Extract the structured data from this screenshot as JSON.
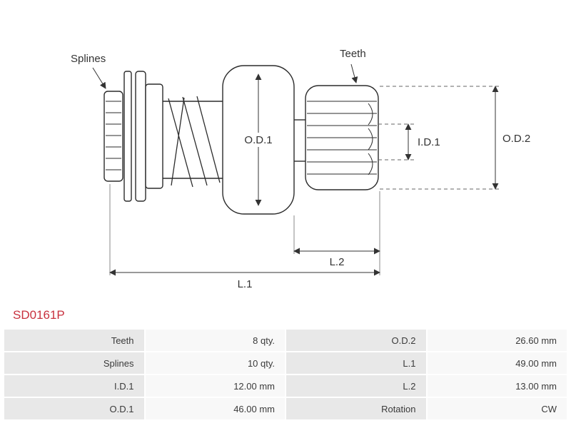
{
  "page": {
    "background_color": "#ffffff"
  },
  "part": {
    "number": "SD0161P",
    "number_color": "#c8313e"
  },
  "diagram": {
    "labels": {
      "splines": "Splines",
      "teeth": "Teeth",
      "od1": "O.D.1",
      "id1": "I.D.1",
      "od2": "O.D.2",
      "l2": "L.2",
      "l1": "L.1"
    }
  },
  "table": {
    "rows": [
      [
        "Teeth",
        "8 qty.",
        "O.D.2",
        "26.60 mm"
      ],
      [
        "Splines",
        "10 qty.",
        "L.1",
        "49.00 mm"
      ],
      [
        "I.D.1",
        "12.00 mm",
        "L.2",
        "13.00 mm"
      ],
      [
        "O.D.1",
        "46.00 mm",
        "Rotation",
        "CW"
      ]
    ]
  }
}
